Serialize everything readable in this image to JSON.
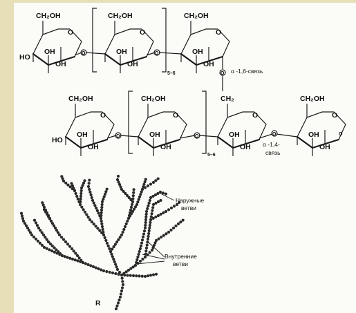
{
  "formula": {
    "ch2oh": "CH₂OH",
    "ch2": "CH₂",
    "oh": "OH",
    "ho": "HO",
    "o": "O",
    "repeat": "5–6"
  },
  "labels": {
    "alpha16": "α -1,6-связь",
    "alpha14_line1": "α -1,4-",
    "alpha14_line2": "связь",
    "outer_line1": "Наружные",
    "outer_line2": "ветви",
    "inner_line1": "Внутренние",
    "inner_line2": "ветви",
    "root": "R"
  }
}
